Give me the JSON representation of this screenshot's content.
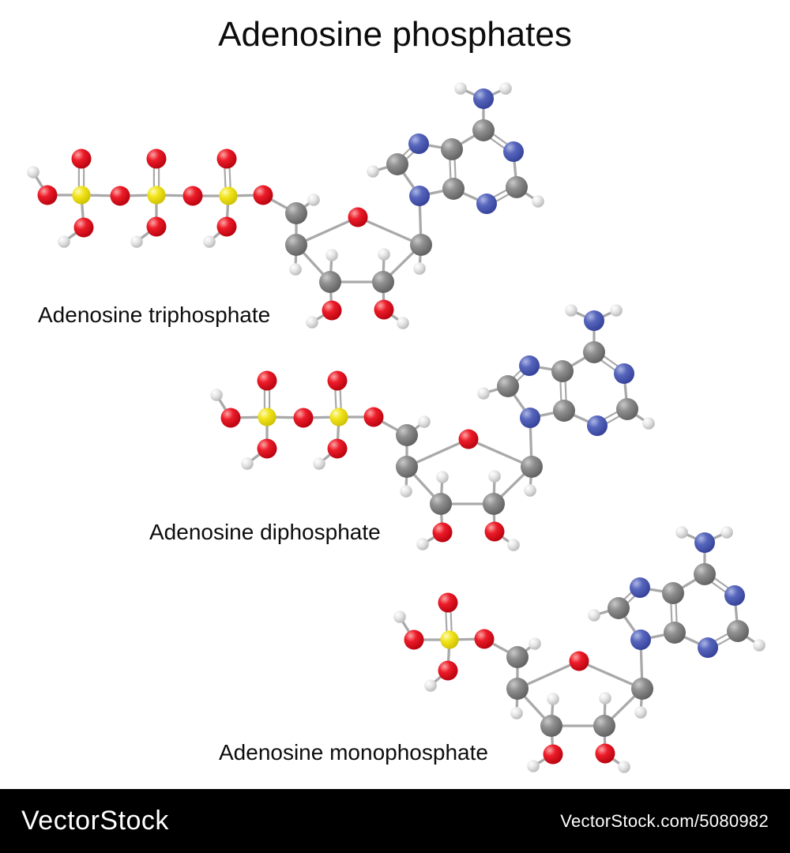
{
  "title": "Adenosine phosphates",
  "footer": {
    "brand": "VectorStock",
    "url": "VectorStock.com/5080982",
    "background": "#000000",
    "text_color": "#ffffff"
  },
  "element_colors": {
    "O": "#ed1c29",
    "P": "#f2e51c",
    "C": "#909090",
    "N": "#5766bd",
    "H": "#e8e8e8",
    "bond": "#a9a9a9"
  },
  "atom_radii": {
    "O": 12.5,
    "P": 11.6,
    "C": 14,
    "N": 13,
    "H": 7.8
  },
  "molecules": [
    {
      "id": "atp",
      "label": "Adenosine triphosphate",
      "atoms": [
        [
          "H",
          42,
          218
        ],
        [
          "O",
          60,
          247
        ],
        [
          "P",
          103,
          247
        ],
        [
          "O",
          103,
          201
        ],
        [
          "O",
          106,
          288
        ],
        [
          "H",
          81,
          306
        ],
        [
          "O",
          152,
          248
        ],
        [
          "P",
          198,
          247
        ],
        [
          "O",
          198,
          201
        ],
        [
          "O",
          198,
          287
        ],
        [
          "H",
          173,
          306
        ],
        [
          "O",
          244,
          248
        ],
        [
          "P",
          289,
          248
        ],
        [
          "O",
          287,
          201
        ],
        [
          "O",
          287,
          287
        ],
        [
          "H",
          265,
          306
        ],
        [
          "O",
          333,
          247
        ],
        [
          "C",
          375,
          270
        ],
        [
          "H",
          397,
          253
        ],
        [
          "C",
          375,
          310
        ],
        [
          "H",
          374,
          341
        ],
        [
          "O",
          453,
          275
        ],
        [
          "C",
          533,
          310
        ],
        [
          "H",
          531,
          340
        ],
        [
          "C",
          485,
          357
        ],
        [
          "H",
          486,
          322
        ],
        [
          "C",
          418,
          357
        ],
        [
          "H",
          420,
          323
        ],
        [
          "O",
          486,
          392
        ],
        [
          "H",
          510,
          409
        ],
        [
          "O",
          420,
          393
        ],
        [
          "H",
          395,
          408
        ],
        [
          "N",
          531,
          248
        ],
        [
          "C",
          503,
          208
        ],
        [
          "H",
          472,
          217
        ],
        [
          "N",
          530,
          182
        ],
        [
          "C",
          572,
          189
        ],
        [
          "C",
          574,
          239
        ],
        [
          "N",
          616,
          258
        ],
        [
          "C",
          654,
          237
        ],
        [
          "H",
          681,
          255
        ],
        [
          "N",
          650,
          192
        ],
        [
          "C",
          612,
          165
        ],
        [
          "N",
          612,
          125
        ],
        [
          "H",
          583,
          112
        ],
        [
          "H",
          640,
          112
        ]
      ],
      "bonds": [
        [
          0,
          1,
          1
        ],
        [
          1,
          2,
          1
        ],
        [
          2,
          3,
          2
        ],
        [
          2,
          4,
          1
        ],
        [
          4,
          5,
          1
        ],
        [
          2,
          6,
          1
        ],
        [
          6,
          7,
          1
        ],
        [
          7,
          8,
          2
        ],
        [
          7,
          9,
          1
        ],
        [
          9,
          10,
          1
        ],
        [
          7,
          11,
          1
        ],
        [
          11,
          12,
          1
        ],
        [
          12,
          13,
          2
        ],
        [
          12,
          14,
          1
        ],
        [
          14,
          15,
          1
        ],
        [
          12,
          16,
          1
        ],
        [
          16,
          17,
          1
        ],
        [
          17,
          18,
          1
        ],
        [
          17,
          19,
          1
        ],
        [
          19,
          20,
          1
        ],
        [
          19,
          21,
          1
        ],
        [
          21,
          22,
          1
        ],
        [
          22,
          23,
          1
        ],
        [
          22,
          24,
          1
        ],
        [
          24,
          25,
          1
        ],
        [
          24,
          26,
          1
        ],
        [
          26,
          27,
          1
        ],
        [
          26,
          19,
          1
        ],
        [
          24,
          28,
          1
        ],
        [
          28,
          29,
          1
        ],
        [
          26,
          30,
          1
        ],
        [
          30,
          31,
          1
        ],
        [
          22,
          32,
          1
        ],
        [
          32,
          33,
          1
        ],
        [
          33,
          34,
          1
        ],
        [
          33,
          35,
          2
        ],
        [
          35,
          36,
          1
        ],
        [
          36,
          37,
          2
        ],
        [
          37,
          32,
          1
        ],
        [
          36,
          42,
          1
        ],
        [
          42,
          41,
          2
        ],
        [
          41,
          39,
          1
        ],
        [
          39,
          38,
          2
        ],
        [
          38,
          37,
          1
        ],
        [
          39,
          40,
          1
        ],
        [
          42,
          43,
          1
        ],
        [
          43,
          44,
          1
        ],
        [
          43,
          45,
          1
        ]
      ]
    },
    {
      "id": "adp",
      "label": "Adenosine diphosphate",
      "atoms": [
        [
          "H",
          274,
          500
        ],
        [
          "O",
          292,
          529
        ],
        [
          "P",
          338,
          528
        ],
        [
          "O",
          338,
          482
        ],
        [
          "O",
          338,
          568
        ],
        [
          "H",
          313,
          587
        ],
        [
          "O",
          384,
          529
        ],
        [
          "P",
          429,
          528
        ],
        [
          "O",
          427,
          482
        ],
        [
          "O",
          427,
          568
        ],
        [
          "H",
          404,
          587
        ],
        [
          "O",
          473,
          528
        ],
        [
          "C",
          515,
          551
        ],
        [
          "H",
          537,
          534
        ],
        [
          "C",
          515,
          591
        ],
        [
          "H",
          514,
          622
        ],
        [
          "O",
          593,
          556
        ],
        [
          "C",
          673,
          591
        ],
        [
          "H",
          671,
          621
        ],
        [
          "C",
          625,
          638
        ],
        [
          "H",
          626,
          603
        ],
        [
          "C",
          558,
          638
        ],
        [
          "H",
          560,
          604
        ],
        [
          "O",
          626,
          673
        ],
        [
          "H",
          650,
          690
        ],
        [
          "O",
          560,
          674
        ],
        [
          "H",
          535,
          689
        ],
        [
          "N",
          671,
          529
        ],
        [
          "C",
          643,
          489
        ],
        [
          "H",
          612,
          498
        ],
        [
          "N",
          670,
          463
        ],
        [
          "C",
          712,
          470
        ],
        [
          "C",
          714,
          520
        ],
        [
          "N",
          756,
          539
        ],
        [
          "C",
          794,
          518
        ],
        [
          "H",
          821,
          536
        ],
        [
          "N",
          790,
          473
        ],
        [
          "C",
          752,
          446
        ],
        [
          "N",
          752,
          406
        ],
        [
          "H",
          723,
          393
        ],
        [
          "H",
          780,
          393
        ]
      ],
      "bonds": [
        [
          0,
          1,
          1
        ],
        [
          1,
          2,
          1
        ],
        [
          2,
          3,
          2
        ],
        [
          2,
          4,
          1
        ],
        [
          4,
          5,
          1
        ],
        [
          2,
          6,
          1
        ],
        [
          6,
          7,
          1
        ],
        [
          7,
          8,
          2
        ],
        [
          7,
          9,
          1
        ],
        [
          9,
          10,
          1
        ],
        [
          7,
          11,
          1
        ],
        [
          11,
          12,
          1
        ],
        [
          12,
          13,
          1
        ],
        [
          12,
          14,
          1
        ],
        [
          14,
          15,
          1
        ],
        [
          14,
          16,
          1
        ],
        [
          16,
          17,
          1
        ],
        [
          17,
          18,
          1
        ],
        [
          17,
          19,
          1
        ],
        [
          19,
          20,
          1
        ],
        [
          19,
          21,
          1
        ],
        [
          21,
          22,
          1
        ],
        [
          21,
          14,
          1
        ],
        [
          19,
          23,
          1
        ],
        [
          23,
          24,
          1
        ],
        [
          21,
          25,
          1
        ],
        [
          25,
          26,
          1
        ],
        [
          17,
          27,
          1
        ],
        [
          27,
          28,
          1
        ],
        [
          28,
          29,
          1
        ],
        [
          28,
          30,
          2
        ],
        [
          30,
          31,
          1
        ],
        [
          31,
          32,
          2
        ],
        [
          32,
          27,
          1
        ],
        [
          31,
          37,
          1
        ],
        [
          37,
          36,
          2
        ],
        [
          36,
          34,
          1
        ],
        [
          34,
          33,
          2
        ],
        [
          33,
          32,
          1
        ],
        [
          34,
          35,
          1
        ],
        [
          37,
          38,
          1
        ],
        [
          38,
          39,
          1
        ],
        [
          38,
          40,
          1
        ]
      ]
    },
    {
      "id": "amp",
      "label": "Adenosine monophosphate",
      "atoms": [
        [
          "H",
          506,
          781
        ],
        [
          "O",
          524,
          810
        ],
        [
          "P",
          569,
          810
        ],
        [
          "O",
          567,
          763
        ],
        [
          "O",
          567,
          849
        ],
        [
          "H",
          545,
          868
        ],
        [
          "O",
          613,
          809
        ],
        [
          "C",
          655,
          832
        ],
        [
          "H",
          677,
          815
        ],
        [
          "C",
          655,
          872
        ],
        [
          "H",
          654,
          903
        ],
        [
          "O",
          733,
          837
        ],
        [
          "C",
          813,
          872
        ],
        [
          "H",
          811,
          902
        ],
        [
          "C",
          765,
          919
        ],
        [
          "H",
          766,
          884
        ],
        [
          "C",
          698,
          919
        ],
        [
          "H",
          700,
          885
        ],
        [
          "O",
          766,
          954
        ],
        [
          "H",
          790,
          971
        ],
        [
          "O",
          700,
          955
        ],
        [
          "H",
          675,
          970
        ],
        [
          "N",
          811,
          810
        ],
        [
          "C",
          783,
          770
        ],
        [
          "H",
          752,
          779
        ],
        [
          "N",
          810,
          744
        ],
        [
          "C",
          852,
          751
        ],
        [
          "C",
          854,
          801
        ],
        [
          "N",
          896,
          820
        ],
        [
          "C",
          934,
          799
        ],
        [
          "H",
          961,
          817
        ],
        [
          "N",
          930,
          754
        ],
        [
          "C",
          892,
          727
        ],
        [
          "N",
          892,
          687
        ],
        [
          "H",
          863,
          674
        ],
        [
          "H",
          920,
          674
        ]
      ],
      "bonds": [
        [
          0,
          1,
          1
        ],
        [
          1,
          2,
          1
        ],
        [
          2,
          3,
          2
        ],
        [
          2,
          4,
          1
        ],
        [
          4,
          5,
          1
        ],
        [
          2,
          6,
          1
        ],
        [
          6,
          7,
          1
        ],
        [
          7,
          8,
          1
        ],
        [
          7,
          9,
          1
        ],
        [
          9,
          10,
          1
        ],
        [
          9,
          11,
          1
        ],
        [
          11,
          12,
          1
        ],
        [
          12,
          13,
          1
        ],
        [
          12,
          14,
          1
        ],
        [
          14,
          15,
          1
        ],
        [
          14,
          16,
          1
        ],
        [
          16,
          17,
          1
        ],
        [
          16,
          9,
          1
        ],
        [
          14,
          18,
          1
        ],
        [
          18,
          19,
          1
        ],
        [
          16,
          20,
          1
        ],
        [
          20,
          21,
          1
        ],
        [
          12,
          22,
          1
        ],
        [
          22,
          23,
          1
        ],
        [
          23,
          24,
          1
        ],
        [
          23,
          25,
          2
        ],
        [
          25,
          26,
          1
        ],
        [
          26,
          27,
          2
        ],
        [
          27,
          22,
          1
        ],
        [
          26,
          32,
          1
        ],
        [
          32,
          31,
          2
        ],
        [
          31,
          29,
          1
        ],
        [
          29,
          28,
          2
        ],
        [
          28,
          27,
          1
        ],
        [
          29,
          30,
          1
        ],
        [
          32,
          33,
          1
        ],
        [
          33,
          34,
          1
        ],
        [
          33,
          35,
          1
        ]
      ]
    }
  ]
}
